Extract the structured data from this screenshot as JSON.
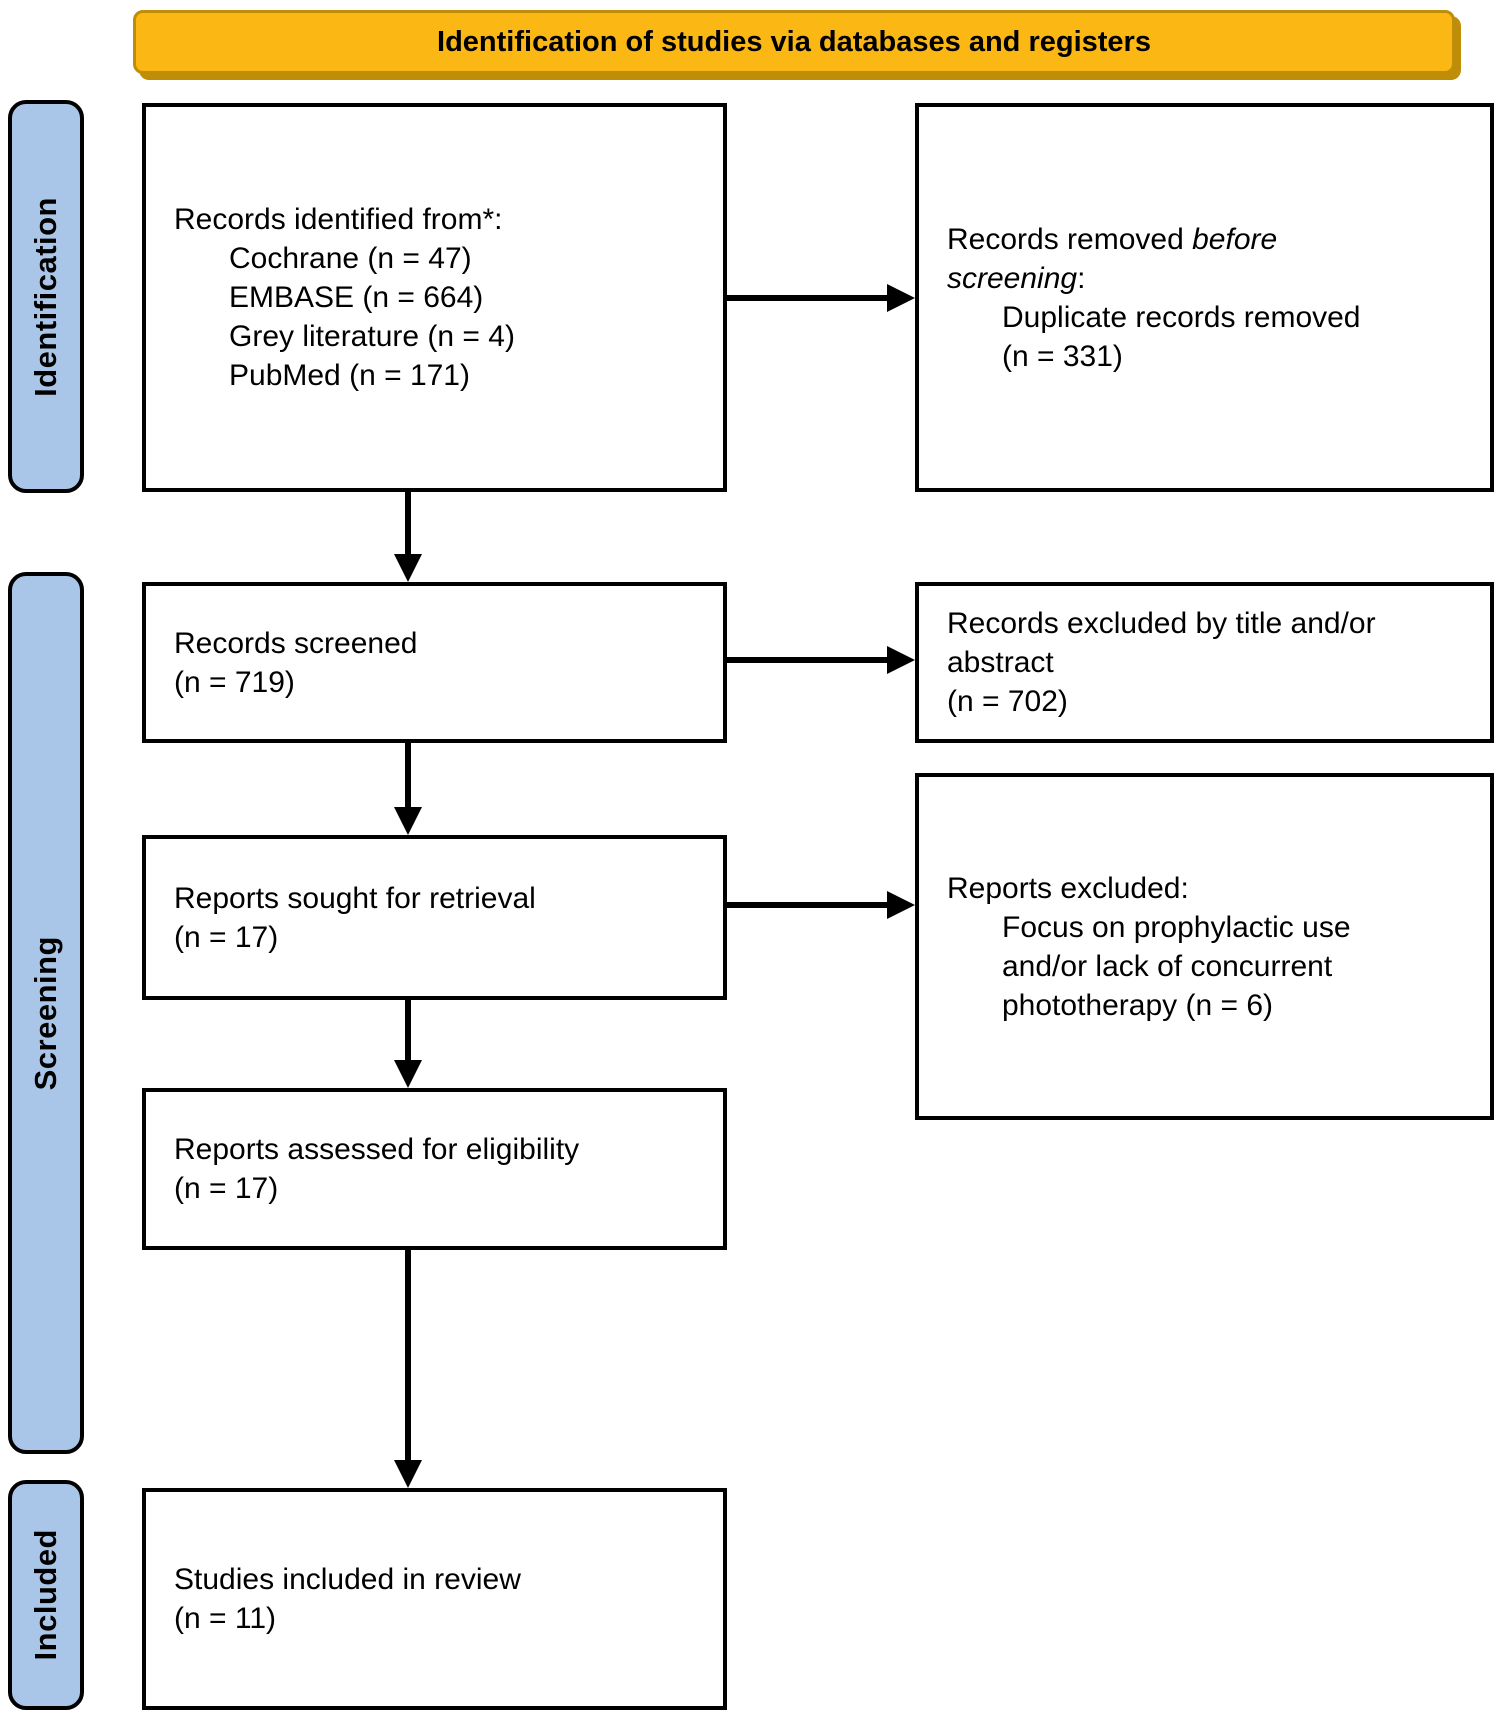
{
  "header": {
    "title": "Identification of studies via databases and registers"
  },
  "sidebar": {
    "identification_label": "Identification",
    "screening_label": "Screening",
    "included_label": "Included"
  },
  "boxes": {
    "records_identified": {
      "title": "Records identified from*:",
      "items": [
        "Cochrane (n = 47)",
        "EMBASE (n = 664)",
        "Grey literature (n = 4)",
        "PubMed (n = 171)"
      ]
    },
    "records_removed": {
      "line1_text": "Records removed ",
      "line1_italic": "before",
      "line2_italic": "screening",
      "line2_text": ":",
      "items": [
        "Duplicate records removed",
        "(n = 331)"
      ]
    },
    "records_screened": {
      "lines": [
        "Records screened",
        "(n = 719)"
      ]
    },
    "records_excluded": {
      "lines": [
        "Records excluded by title and/or",
        "abstract",
        "(n = 702)"
      ]
    },
    "reports_sought": {
      "lines": [
        "Reports sought for retrieval",
        "(n = 17)"
      ]
    },
    "reports_excluded": {
      "title": "Reports excluded:",
      "items": [
        "Focus on prophylactic use",
        "and/or lack of concurrent",
        "phototherapy (n = 6)"
      ]
    },
    "reports_assessed": {
      "lines": [
        "Reports assessed for eligibility",
        "(n = 17)"
      ]
    },
    "studies_included": {
      "lines": [
        "Studies included in review",
        "(n = 11)"
      ]
    }
  },
  "colors": {
    "header_bg": "#FBB713",
    "header_border": "#BE8E09",
    "stage_bg": "#A9C6E8",
    "ink": "#000000",
    "box_bg": "#FFFFFF"
  }
}
